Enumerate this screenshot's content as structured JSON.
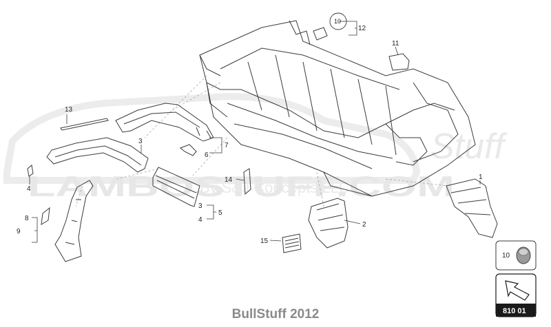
{
  "watermark": {
    "main": "LAMBOSTUFF.COM",
    "sub": "By S&J Concepts LLC",
    "script": "Stuff"
  },
  "footer": "BullStuff 2012",
  "callouts": {
    "c1": "1",
    "c2": "2",
    "c3a": "3",
    "c3b": "3",
    "c4a": "4",
    "c4b": "4",
    "c5": "5",
    "c6": "6",
    "c7": "7",
    "c8": "8",
    "c9": "9",
    "c10": "10",
    "c11": "11",
    "c12": "12",
    "c13": "13",
    "c14": "14",
    "c15": "15"
  },
  "legend_box": {
    "number": "10"
  },
  "page_badge": {
    "code": "810 01"
  },
  "colors": {
    "line": "#3a3a3a",
    "watermark": "#e5e5e5",
    "footer": "#8a8a8a",
    "badge": "#1a1a1a"
  }
}
